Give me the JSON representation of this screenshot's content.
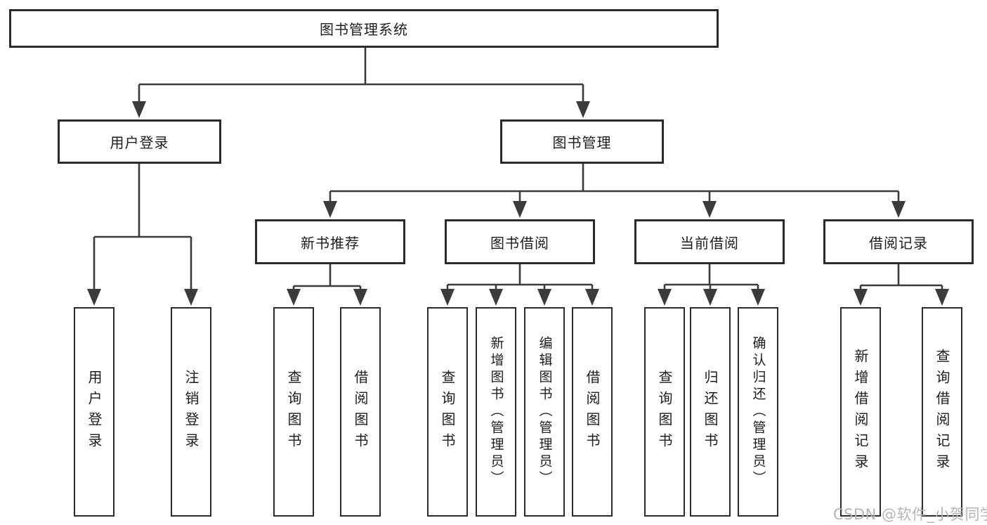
{
  "tree": {
    "label": "图书管理系统",
    "children": [
      {
        "label": "用户登录",
        "children": [
          {
            "label": "用户登录"
          },
          {
            "label": "注销登录"
          }
        ]
      },
      {
        "label": "图书管理",
        "children": [
          {
            "label": "新书推荐",
            "children": [
              {
                "label": "查询图书"
              },
              {
                "label": "借阅图书"
              }
            ]
          },
          {
            "label": "图书借阅",
            "children": [
              {
                "label": "查询图书"
              },
              {
                "label": "新增图书（管理员）"
              },
              {
                "label": "编辑图书（管理员）"
              },
              {
                "label": "借阅图书"
              }
            ]
          },
          {
            "label": "当前借阅",
            "children": [
              {
                "label": "查询图书"
              },
              {
                "label": "归还图书"
              },
              {
                "label": "确认归还（管理员）"
              }
            ]
          },
          {
            "label": "借阅记录",
            "children": [
              {
                "label": "新增借阅记录"
              },
              {
                "label": "查询借阅记录"
              }
            ]
          }
        ]
      }
    ]
  },
  "watermark": {
    "text": "CSDN @软件_小贺同学"
  },
  "colors": {
    "line": "#3b3b3b",
    "box_border": "#2b2b2b",
    "text": "#1d1d1d",
    "watermark": "#b5b5b5",
    "background": "#ffffff"
  }
}
